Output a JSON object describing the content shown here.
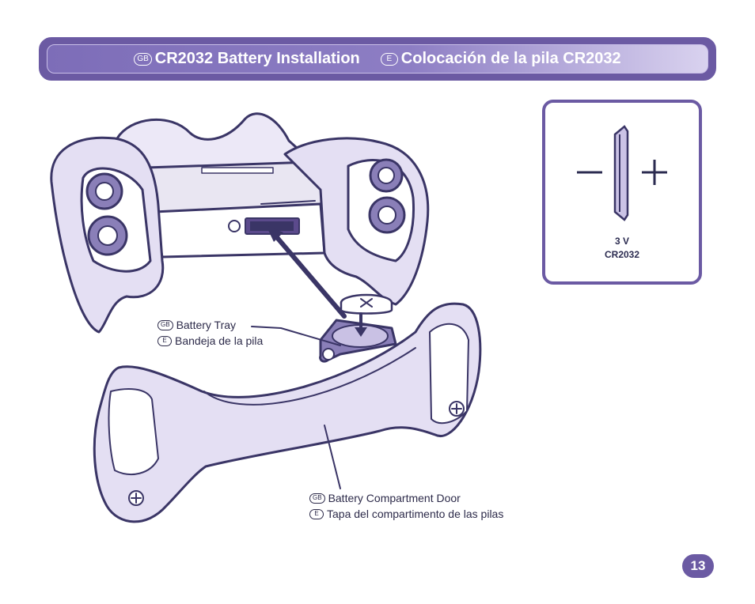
{
  "header": {
    "gb_badge": "GB",
    "gb_title": "CR2032 Battery Installation",
    "es_badge": "E",
    "es_title": "Colocación de la pila CR2032"
  },
  "battery_diagram": {
    "minus_symbol": "–",
    "plus_symbol": "+",
    "voltage": "3 V",
    "model": "CR2032"
  },
  "callouts": {
    "battery_tray": {
      "gb_badge": "GB",
      "gb_text": "Battery Tray",
      "es_badge": "E",
      "es_text": "Bandeja de la pila"
    },
    "compartment_door": {
      "gb_badge": "GB",
      "gb_text": "Battery Compartment Door",
      "es_badge": "E",
      "es_text": "Tapa del compartimento de las pilas"
    }
  },
  "page_number": "13",
  "colors": {
    "brand_purple": "#6b5aa3",
    "fill_lavender": "#e4dff3",
    "outline": "#3a3566"
  }
}
